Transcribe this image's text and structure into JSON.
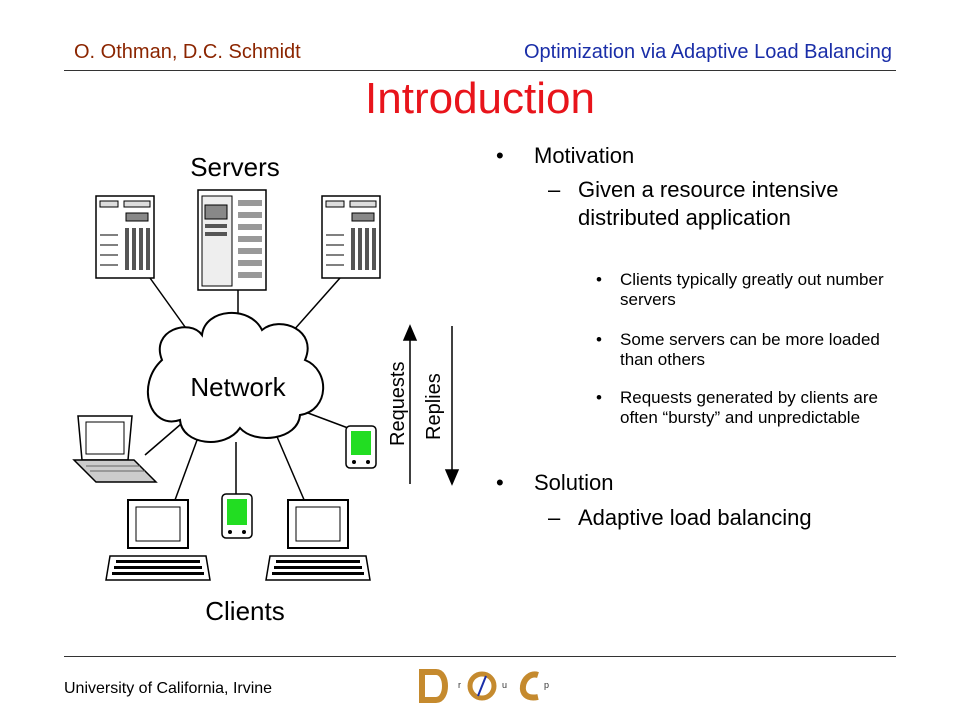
{
  "header": {
    "authors": "O. Othman, D.C. Schmidt",
    "talk_title": "Optimization via Adaptive Load Balancing"
  },
  "title": "Introduction",
  "diagram": {
    "servers_label": "Servers",
    "network_label": "Network",
    "clients_label": "Clients",
    "requests_label": "Requests",
    "replies_label": "Replies"
  },
  "bullets": {
    "motivation": "Motivation",
    "motivation_sub": "Given a resource intensive distributed application",
    "points": [
      "Clients typically greatly out number servers",
      "Some servers can be more loaded than others",
      "Requests generated by clients are often “bursty” and unpredictable"
    ],
    "solution": "Solution",
    "solution_sub": "Adaptive load balancing"
  },
  "symbols": {
    "bullet": "•",
    "dash": "–"
  },
  "footer": {
    "institution": "University of California, Irvine"
  },
  "logo": {
    "letters": [
      "D",
      "r",
      "O",
      "u",
      "C",
      "p"
    ]
  },
  "colors": {
    "title": "#e8141b",
    "authors": "#8b2500",
    "talk_title": "#1a2ea8",
    "pda_screen": "#22dd22"
  }
}
